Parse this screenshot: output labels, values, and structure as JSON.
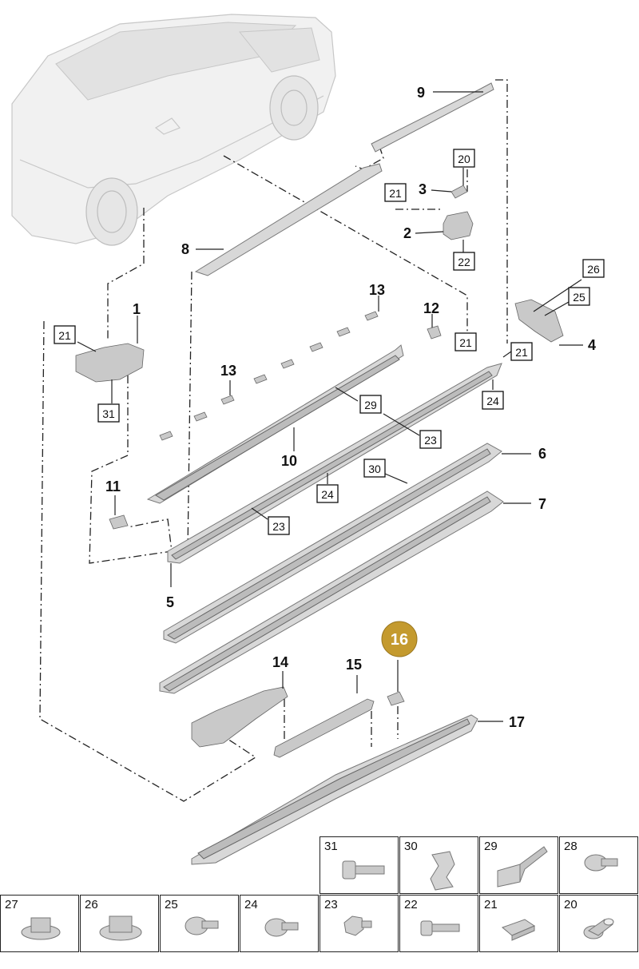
{
  "diagram": {
    "part_labels": {
      "p1": "1",
      "p2": "2",
      "p3": "3",
      "p4": "4",
      "p5": "5",
      "p6": "6",
      "p7": "7",
      "p8": "8",
      "p9": "9",
      "p10": "10",
      "p11": "11",
      "p12": "12",
      "p13a": "13",
      "p13b": "13",
      "p14": "14",
      "p15": "15",
      "p17": "17"
    },
    "highlighted_part": "16",
    "highlight_color": "#c49a2e",
    "ref_boxes": {
      "r20": "20",
      "r21a": "21",
      "r22": "22",
      "r26": "26",
      "r25": "25",
      "r21b": "21",
      "r21c": "21",
      "r21d": "21",
      "r29": "29",
      "r23a": "23",
      "r24a": "24",
      "r31": "31",
      "r30": "30",
      "r24b": "24",
      "r23b": "23"
    }
  },
  "legend": {
    "row1": [
      {
        "num": "31",
        "icon": "bolt-icon"
      },
      {
        "num": "30",
        "icon": "spring-clip-icon"
      },
      {
        "num": "29",
        "icon": "bracket-icon"
      },
      {
        "num": "28",
        "icon": "screw-icon"
      }
    ],
    "row2": [
      {
        "num": "27",
        "icon": "flange-nut-icon"
      },
      {
        "num": "26",
        "icon": "flange-nut-icon"
      },
      {
        "num": "25",
        "icon": "screw-icon"
      },
      {
        "num": "24",
        "icon": "screw-icon"
      },
      {
        "num": "23",
        "icon": "hex-bolt-icon"
      },
      {
        "num": "22",
        "icon": "bolt-icon"
      },
      {
        "num": "21",
        "icon": "clip-nut-icon"
      },
      {
        "num": "20",
        "icon": "rivet-nut-icon"
      }
    ]
  }
}
